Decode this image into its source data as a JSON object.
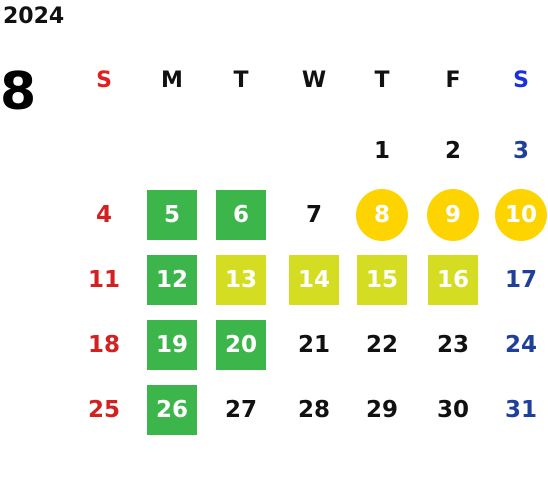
{
  "calendar": {
    "year": "2024",
    "month": "8",
    "weekdays": [
      {
        "label": "S",
        "color": "#e02020"
      },
      {
        "label": "M",
        "color": "#111111"
      },
      {
        "label": "T",
        "color": "#111111"
      },
      {
        "label": "W",
        "color": "#111111"
      },
      {
        "label": "T",
        "color": "#111111"
      },
      {
        "label": "F",
        "color": "#111111"
      },
      {
        "label": "S",
        "color": "#1a2fe0"
      }
    ],
    "day_colors": {
      "sunday": "#d32020",
      "saturday": "#1f3f9a",
      "weekday": "#111111",
      "on_fill": "#ffffff"
    },
    "highlight_colors": {
      "green": "#3cb54a",
      "lime": "#d4dd22",
      "gold": "#fdd400"
    },
    "weeks": [
      [
        null,
        null,
        null,
        null,
        {
          "day": "1"
        },
        {
          "day": "2"
        },
        {
          "day": "3"
        }
      ],
      [
        {
          "day": "4"
        },
        {
          "day": "5",
          "mark": "green"
        },
        {
          "day": "6",
          "mark": "green"
        },
        {
          "day": "7"
        },
        {
          "day": "8",
          "mark": "gold"
        },
        {
          "day": "9",
          "mark": "gold"
        },
        {
          "day": "10",
          "mark": "gold"
        }
      ],
      [
        {
          "day": "11"
        },
        {
          "day": "12",
          "mark": "green"
        },
        {
          "day": "13",
          "mark": "lime"
        },
        {
          "day": "14",
          "mark": "lime"
        },
        {
          "day": "15",
          "mark": "lime"
        },
        {
          "day": "16",
          "mark": "lime"
        },
        {
          "day": "17"
        }
      ],
      [
        {
          "day": "18"
        },
        {
          "day": "19",
          "mark": "green"
        },
        {
          "day": "20",
          "mark": "green"
        },
        {
          "day": "21"
        },
        {
          "day": "22"
        },
        {
          "day": "23"
        },
        {
          "day": "24"
        }
      ],
      [
        {
          "day": "25"
        },
        {
          "day": "26",
          "mark": "green"
        },
        {
          "day": "27"
        },
        {
          "day": "28"
        },
        {
          "day": "29"
        },
        {
          "day": "30"
        },
        {
          "day": "31"
        }
      ]
    ]
  }
}
